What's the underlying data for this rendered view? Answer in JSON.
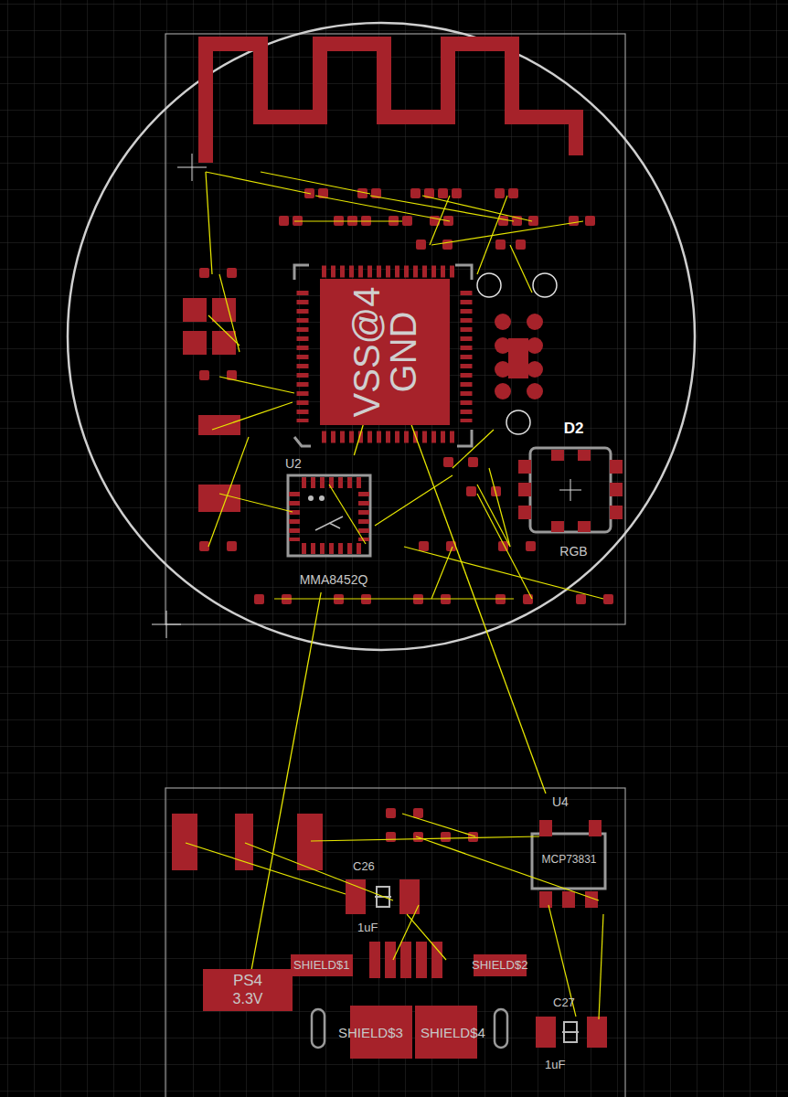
{
  "diagram": {
    "nodes": [
      {
        "text": [
          "VSS@4",
          "GND"
        ]
      },
      {
        "text": [
          "U2",
          "MMA8452Q"
        ]
      },
      {
        "text": [
          "D2",
          "RGB"
        ]
      },
      {
        "text": [
          "U4",
          "MCP73831"
        ]
      },
      {
        "text": [
          "PS4",
          "3.3V"
        ]
      }
    ],
    "edges": [
      {
        "from": 0,
        "to": 1,
        "arrow": "none"
      },
      {
        "from": 1,
        "to": 4,
        "arrow": "none"
      },
      {
        "from": 0,
        "to": 3,
        "arrow": "none"
      }
    ],
    "labels": [
      "C26",
      "1uF",
      "SHIELD$1",
      "SHIELD$2",
      "SHIELD$3",
      "SHIELD$4",
      "C27",
      "1uF"
    ]
  }
}
